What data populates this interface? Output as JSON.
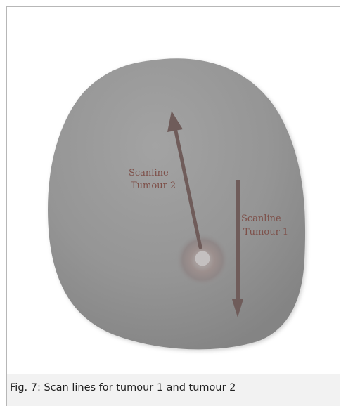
{
  "figure": {
    "caption": "Fig. 7: Scan lines for tumour 1 and tumour 2"
  },
  "diagram": {
    "scanline_tumour_2": {
      "line1": "Scanline",
      "line2": "Tumour 2"
    },
    "scanline_tumour_1": {
      "line1": "Scanline",
      "line2": "Tumour 1"
    }
  },
  "colors": {
    "breast_fill": "#959595",
    "arrow": "#6f5c5a",
    "label_text": "#7d4f48",
    "caption_bg": "#f2f2f2"
  }
}
